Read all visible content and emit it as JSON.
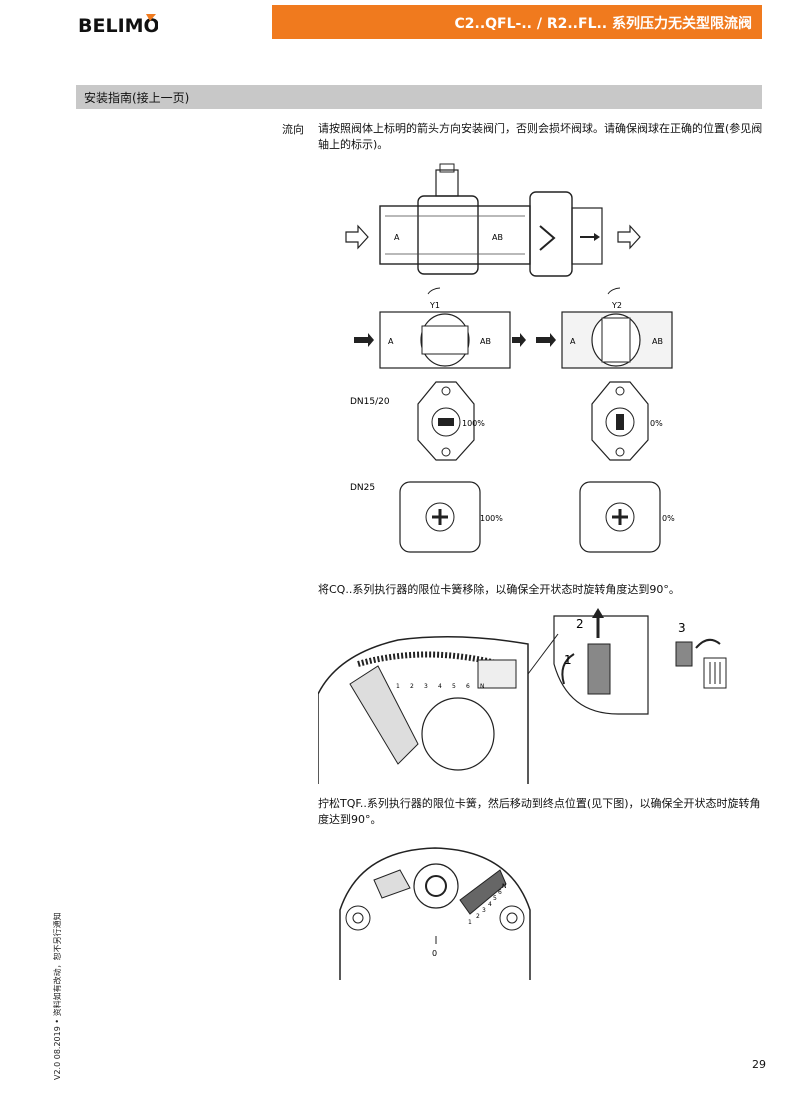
{
  "header": {
    "brand": "BELIMO",
    "title": "C2..QFL-.. / R2..FL.. 系列压力无关型限流阀"
  },
  "section": {
    "title": "安装指南(接上一页)"
  },
  "flow": {
    "label": "流向",
    "text": "请按照阀体上标明的箭头方向安装阀门，否则会损坏阀球。请确保阀球在正确的位置(参见阀轴上的标示)。"
  },
  "figure1": {
    "port_a": "A",
    "port_ab": "AB",
    "y1": "Y1",
    "y2": "Y2",
    "dn15_label": "DN15/20",
    "dn25_label": "DN25",
    "open_pct": "100%",
    "closed_pct": "0%"
  },
  "cq": {
    "text": "将CQ..系列执行器的限位卡簧移除，以确保全开状态时旋转角度达到90°。",
    "step1": "1",
    "step2": "2",
    "step3": "3",
    "scale_marks": [
      "1",
      "2",
      "3",
      "4",
      "5",
      "6",
      "N"
    ]
  },
  "tqf": {
    "text": "拧松TQF..系列执行器的限位卡簧，然后移动到终点位置(见下图)，以确保全开状态时旋转角度达到90°。",
    "zero": "0",
    "scale_marks": [
      "1",
      "2",
      "3",
      "4",
      "5",
      "6",
      "N"
    ]
  },
  "footer": {
    "version_note": "V2.0 08.2019 • 资料如有改动，恕不另行通知",
    "page": "29"
  }
}
